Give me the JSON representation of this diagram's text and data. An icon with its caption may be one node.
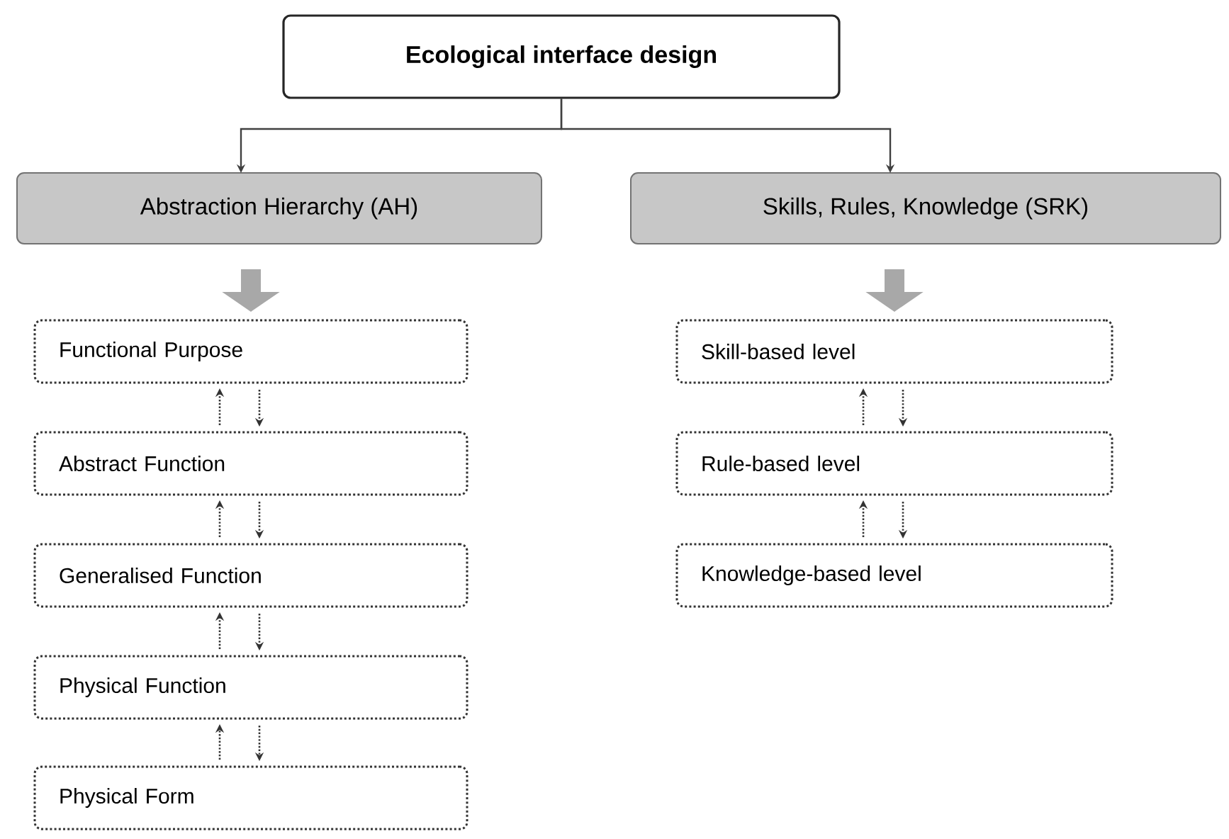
{
  "diagram": {
    "nodes": [
      {
        "text": [
          "Ecological interface design"
        ]
      },
      {
        "text": [
          "Abstraction Hierarchy (AH)"
        ]
      },
      {
        "text": [
          "Skills, Rules, Knowledge (SRK)"
        ]
      },
      {
        "text": [
          "Functional Purpose"
        ]
      },
      {
        "text": [
          "Abstract Function"
        ]
      },
      {
        "text": [
          "Generalised Function"
        ]
      },
      {
        "text": [
          "Physical Function"
        ]
      },
      {
        "text": [
          "Physical Form"
        ]
      },
      {
        "text": [
          "Skill-based level"
        ]
      },
      {
        "text": [
          "Rule-based level"
        ]
      },
      {
        "text": [
          "Knowledge-based level"
        ]
      }
    ],
    "edges": [
      {
        "from": 0,
        "to": 1,
        "arrow": "to"
      },
      {
        "from": 0,
        "to": 2,
        "arrow": "to"
      },
      {
        "from": 1,
        "to": 3,
        "arrow": "to",
        "style": "thick",
        "color": "#a8a8a8"
      },
      {
        "from": 2,
        "to": 8,
        "arrow": "to",
        "style": "thick",
        "color": "#a8a8a8"
      },
      {
        "from": 4,
        "to": 3,
        "arrow": "to",
        "style": "dashed"
      },
      {
        "from": 3,
        "to": 4,
        "arrow": "to",
        "style": "dashed"
      },
      {
        "from": 5,
        "to": 4,
        "arrow": "to",
        "style": "dashed"
      },
      {
        "from": 4,
        "to": 5,
        "arrow": "to",
        "style": "dashed"
      },
      {
        "from": 6,
        "to": 5,
        "arrow": "to",
        "style": "dashed"
      },
      {
        "from": 5,
        "to": 6,
        "arrow": "to",
        "style": "dashed"
      },
      {
        "from": 7,
        "to": 6,
        "arrow": "to",
        "style": "dashed"
      },
      {
        "from": 6,
        "to": 7,
        "arrow": "to",
        "style": "dashed"
      },
      {
        "from": 9,
        "to": 8,
        "arrow": "to",
        "style": "dashed"
      },
      {
        "from": 8,
        "to": 9,
        "arrow": "to",
        "style": "dashed"
      },
      {
        "from": 10,
        "to": 9,
        "arrow": "to",
        "style": "dashed"
      },
      {
        "from": 9,
        "to": 10,
        "arrow": "to",
        "style": "dashed"
      }
    ]
  }
}
